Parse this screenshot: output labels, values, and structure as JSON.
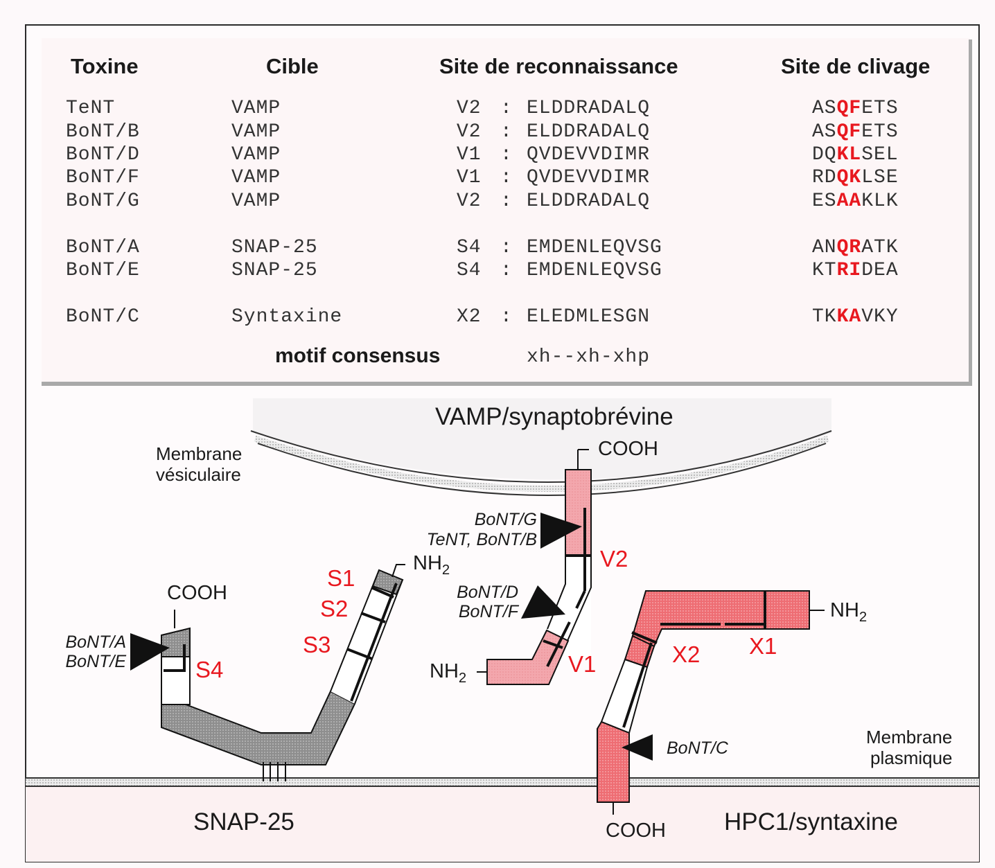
{
  "table": {
    "headers": {
      "toxin": "Toxine",
      "target": "Cible",
      "recognition": "Site de reconnaissance",
      "cleavage": "Site de clivage"
    },
    "rows": [
      {
        "toxin": "TeNT",
        "target": "VAMP",
        "site": "V2",
        "sep": ":",
        "sequence": "ELDDRADALQ",
        "cleave_pre": "AS",
        "cleave_hl": "QF",
        "cleave_post": "ETS"
      },
      {
        "toxin": "BoNT/B",
        "target": "VAMP",
        "site": "V2",
        "sep": ":",
        "sequence": "ELDDRADALQ",
        "cleave_pre": "AS",
        "cleave_hl": "QF",
        "cleave_post": "ETS"
      },
      {
        "toxin": "BoNT/D",
        "target": "VAMP",
        "site": "V1",
        "sep": ":",
        "sequence": "QVDEVVDIMR",
        "cleave_pre": "DQ",
        "cleave_hl": "KL",
        "cleave_post": "SEL"
      },
      {
        "toxin": "BoNT/F",
        "target": "VAMP",
        "site": "V1",
        "sep": ":",
        "sequence": "QVDEVVDIMR",
        "cleave_pre": "RD",
        "cleave_hl": "QK",
        "cleave_post": "LSE"
      },
      {
        "toxin": "BoNT/G",
        "target": "VAMP",
        "site": "V2",
        "sep": ":",
        "sequence": "ELDDRADALQ",
        "cleave_pre": "ES",
        "cleave_hl": "AA",
        "cleave_post": "KLK"
      },
      {
        "toxin": "BoNT/A",
        "target": "SNAP-25",
        "site": "S4",
        "sep": ":",
        "sequence": "EMDENLEQVSG",
        "cleave_pre": "AN",
        "cleave_hl": "QR",
        "cleave_post": "ATK"
      },
      {
        "toxin": "BoNT/E",
        "target": "SNAP-25",
        "site": "S4",
        "sep": ":",
        "sequence": "EMDENLEQVSG",
        "cleave_pre": "KT",
        "cleave_hl": "RI",
        "cleave_post": "DEA"
      },
      {
        "toxin": "BoNT/C",
        "target": "Syntaxine",
        "site": "X2",
        "sep": ":",
        "sequence": "ELEDMLESGN",
        "cleave_pre": "TK",
        "cleave_hl": "KA",
        "cleave_post": "VKY"
      }
    ],
    "consensus_label": "motif consensus",
    "consensus_value": "xh--xh-xhp"
  },
  "diagram": {
    "vamp_title": "VAMP/synaptobrévine",
    "vesicle_membrane": [
      "Membrane",
      "vésiculaire"
    ],
    "plasma_membrane": [
      "Membrane",
      "plasmique"
    ],
    "snap25_title": "SNAP-25",
    "syntaxin_title": "HPC1/syntaxine",
    "cooh": "COOH",
    "nh2_base": "NH",
    "nh2_sub": "2",
    "vamp_toxins_upper": [
      "BoNT/G",
      "TeNT, BoNT/B"
    ],
    "vamp_toxins_lower": [
      "BoNT/D",
      "BoNT/F"
    ],
    "snap_toxins": [
      "BoNT/A",
      "BoNT/E"
    ],
    "syntaxin_toxin": "BoNT/C",
    "sites": {
      "v1": "V1",
      "v2": "V2",
      "s1": "S1",
      "s2": "S2",
      "s3": "S3",
      "s4": "S4",
      "x1": "X1",
      "x2": "X2"
    }
  },
  "colors": {
    "highlight_red": "#e8181f",
    "vamp_pink": "#f3a7ad",
    "syntaxin_pink": "#ec7378",
    "snap_gray": "#9a9a9a"
  }
}
